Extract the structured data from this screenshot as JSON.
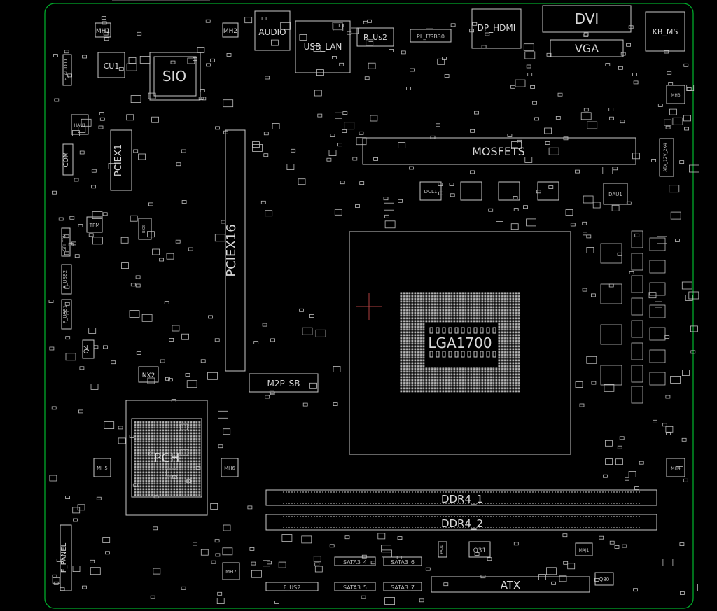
{
  "viewer": {
    "accent": "#00aa2a",
    "trace_color": "#c8c8c8",
    "background": "#000000"
  },
  "labels": {
    "mh1": "MH1",
    "mh2": "MH2",
    "audio": "AUDIO",
    "usb_lan": "USB_LAN",
    "r_us2": "R_Us2",
    "pl_usb30": "PL_USB30",
    "dp_hdmi": "DP_HDMI",
    "dvi": "DVI",
    "kb_ms": "KB_MS",
    "vga": "VGA",
    "cu1": "CU1",
    "sio": "SIO",
    "f_audio": "F_AUDIO",
    "haui": "HAU1",
    "pciex1": "PCIEX1",
    "com": "COM",
    "pciex16": "PCIEX16",
    "mosfets": "MOSFETS",
    "dcl1": "DCL1",
    "dau1": "DAU1",
    "atx_12v": "ATX_12V_2X4",
    "tpm": "TPM",
    "spi_tpm": "SPI_TPM",
    "f_usb2": "F_USB2",
    "f_usb1": "F_USB1",
    "q4": "Q4",
    "bios": "BIOS",
    "lga1700": "LGA1700",
    "m2p_sb": "M2P_SB",
    "nx2": "NX2",
    "pch": "PCH",
    "mh5": "MH5",
    "mh6": "MH6",
    "mh3": "MH3",
    "mh4": "MH4",
    "mh7": "MH7",
    "ddr4_1": "DDR4_1",
    "ddr4_2": "DDR4_2",
    "f_panel": "F_PANEL",
    "sata3_4": "SATA3_4",
    "sata3_6": "SATA3_6",
    "sata3_5": "SATA3_5",
    "sata3_7": "SATA3_7",
    "f_us2": "F_US2",
    "atx": "ATX",
    "q31": "Q31",
    "q80": "Q80",
    "pau1": "PAU1",
    "maj1": "MAJ1"
  }
}
